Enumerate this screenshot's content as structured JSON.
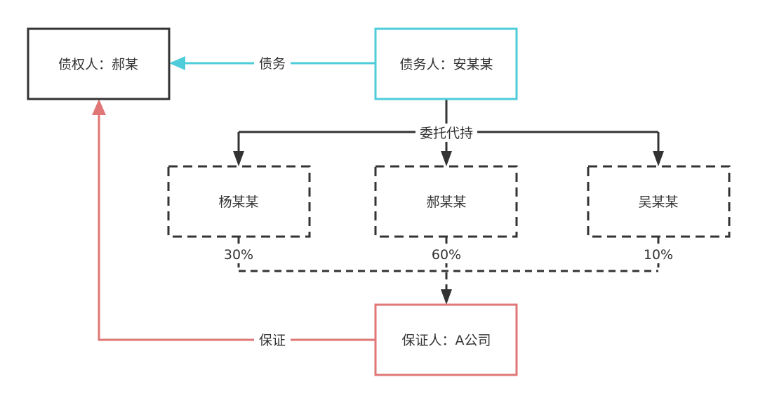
{
  "nodes": {
    "creditor": "债权人：郝某",
    "debtor": "债务人：安某某",
    "holder1": "杨某某",
    "holder2": "郝某某",
    "holder3": "吴某某",
    "guarantor": "保证人：A公司"
  },
  "edges": {
    "debt": "债务",
    "entrust": "委托代持",
    "guarantee": "保证"
  },
  "shares": {
    "holder1": "30%",
    "holder2": "60%",
    "holder3": "10%"
  },
  "colors": {
    "creditor_border": "#333333",
    "debtor_border": "#4ECCDA",
    "guarantor_border": "#E07676",
    "dashed_border": "#333333"
  }
}
